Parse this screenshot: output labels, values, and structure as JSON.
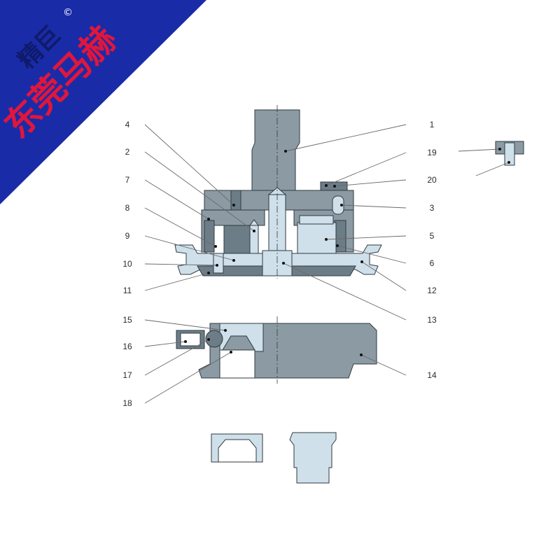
{
  "watermark": {
    "brand_top": "精巨",
    "brand_main": "东莞马赫",
    "registered_mark": "©",
    "band_color": "#1a2ba8",
    "text_color": "#e0163c"
  },
  "part_labels": {
    "left": [
      "4",
      "2",
      "7",
      "8",
      "9",
      "10",
      "11",
      "15",
      "16",
      "17",
      "18"
    ],
    "right": [
      "1",
      "19",
      "20",
      "3",
      "5",
      "6",
      "12",
      "13",
      "14"
    ]
  },
  "colors": {
    "steel_dark": "#6d7d87",
    "steel_mid": "#8c9aa3",
    "steel_light": "#cfe0ea",
    "outline": "#2e3a40"
  }
}
